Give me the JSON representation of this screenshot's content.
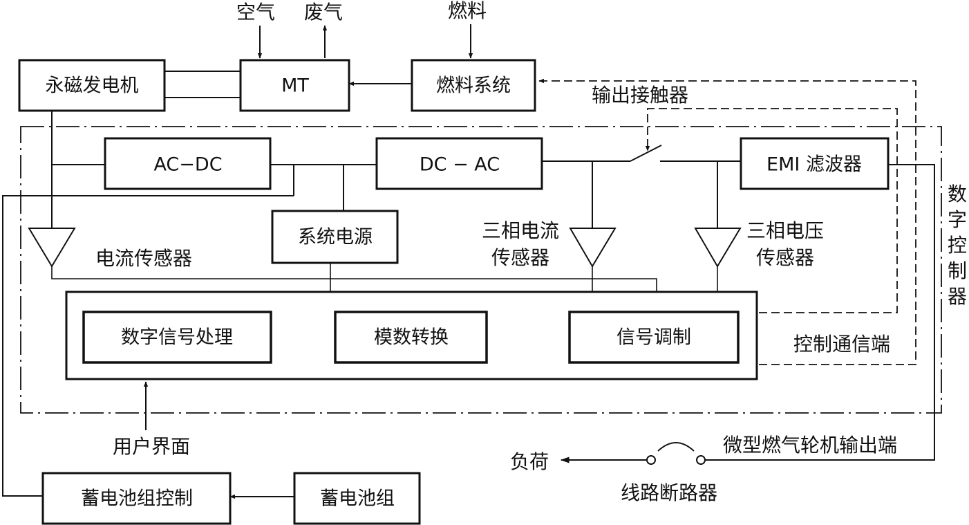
{
  "blocks": {
    "generator": "永磁发电机",
    "mt": "MT",
    "fuel_system": "燃料系统",
    "ac_dc": "AC−DC",
    "dc_ac": "DC − AC",
    "emi_filter": "EMI 滤波器",
    "system_power": "系统电源",
    "dsp": "数字信号处理",
    "adc": "模数转换",
    "signal_mod": "信号调制",
    "battery_control": "蓄电池组控制",
    "battery": "蓄电池组"
  },
  "labels": {
    "air": "空气",
    "exhaust": "废气",
    "fuel": "燃料",
    "output_contactor": "输出接触器",
    "current_sensor": "电流传感器",
    "three_phase_current_l1": "三相电流",
    "three_phase_current_l2": "传感器",
    "three_phase_voltage_l1": "三相电压",
    "three_phase_voltage_l2": "传感器",
    "digital_controller": [
      "数",
      "字",
      "控",
      "制",
      "器"
    ],
    "control_comm_port": "控制通信端",
    "user_interface": "用户界面",
    "mt_output_port": "微型燃气轮机输出端",
    "load": "负荷",
    "line_breaker": "线路断路器"
  }
}
